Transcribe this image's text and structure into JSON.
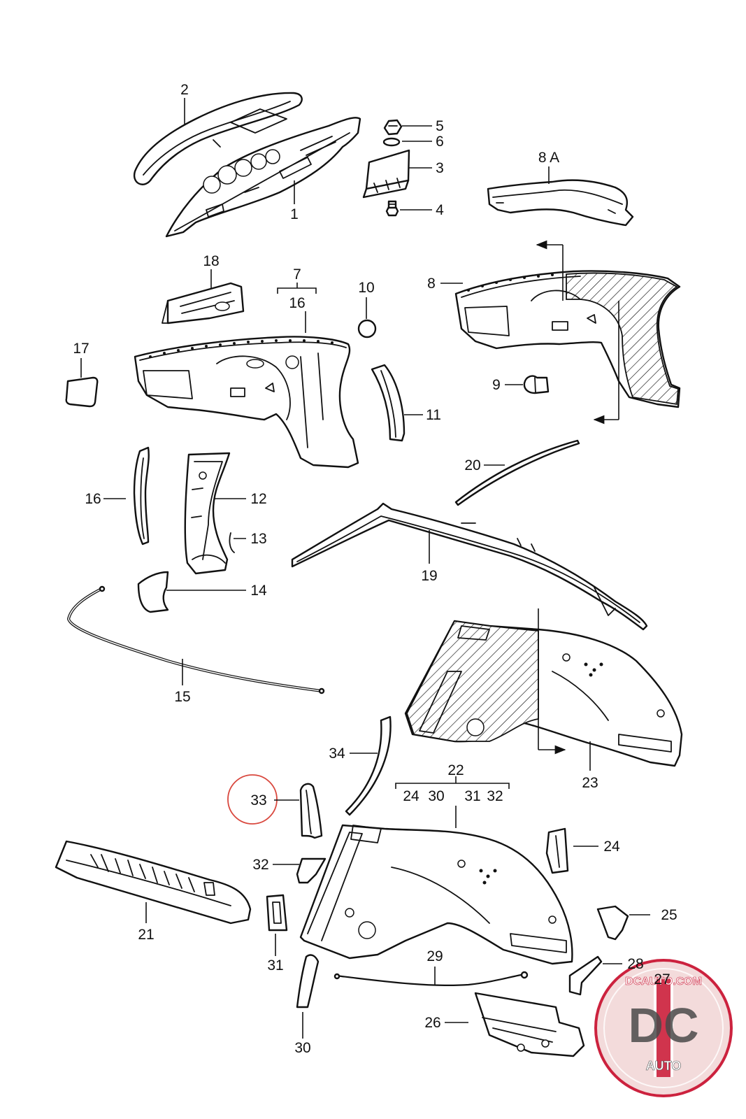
{
  "callouts": {
    "c1": "1",
    "c2": "2",
    "c3": "3",
    "c4": "4",
    "c5": "5",
    "c6": "6",
    "c7": "7",
    "c8": "8",
    "c8a": "8 A",
    "c9": "9",
    "c10": "10",
    "c11": "11",
    "c12": "12",
    "c13": "13",
    "c14": "14",
    "c15": "15",
    "c16a": "16",
    "c16b": "16",
    "c17": "17",
    "c18": "18",
    "c19": "19",
    "c20": "20",
    "c21": "21",
    "c22": "22",
    "c23": "23",
    "c24a": "24",
    "c24b": "24",
    "c25": "25",
    "c26": "26",
    "c27": "27",
    "c28": "28",
    "c29": "29",
    "c30a": "30",
    "c30b": "30",
    "c31a": "31",
    "c31b": "31",
    "c32a": "32",
    "c32b": "32",
    "c33": "33",
    "c34": "34"
  },
  "highlighted_part": "33",
  "watermark": {
    "text": "DCAUTO.COM",
    "logo_letters": "DC",
    "sub_text": "AUTO"
  },
  "colors": {
    "line": "#111111",
    "highlight_circle": "#d9483e",
    "watermark_red": "#c8102e"
  }
}
